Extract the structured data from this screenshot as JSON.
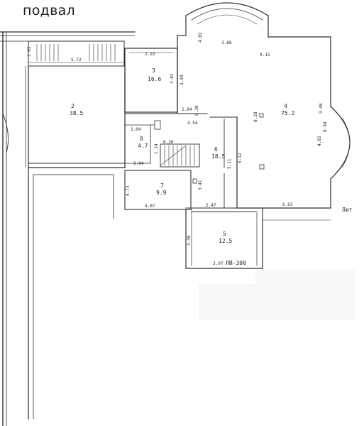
{
  "title": "подвал",
  "rooms": [
    {
      "num": "2",
      "area": "38.5"
    },
    {
      "num": "3",
      "area": "16.6"
    },
    {
      "num": "4",
      "area": "75.2"
    },
    {
      "num": "5",
      "area": "12.5"
    },
    {
      "num": "6",
      "area": "18.5"
    },
    {
      "num": "7",
      "area": "9.9"
    },
    {
      "num": "8",
      "area": "4.7"
    }
  ],
  "dims": {
    "d105": "1.05",
    "d572": "5.72",
    "d293": "2.93",
    "d388": "3.88",
    "d415": "9.15",
    "d402": "4.02",
    "d394": "3.94",
    "d302": "3.02",
    "d104a": "1.04",
    "d104b": "1.04",
    "d454": "4.54",
    "d030": "0.30",
    "d028": "0.28",
    "d940": "9.40",
    "d465": "4.65",
    "d094": "0.94",
    "d030b": "0.30",
    "d114": "1.14",
    "d204": "2.04",
    "d511": "5.11",
    "d512": "5.12",
    "d693": "6.93",
    "d473": "4.73",
    "d341": "3.41",
    "d407": "4.07",
    "d247": "2.47",
    "d330": "3.30",
    "d397": "3.97",
    "mark": "ЛИ-300",
    "edge_note": "Лит"
  }
}
